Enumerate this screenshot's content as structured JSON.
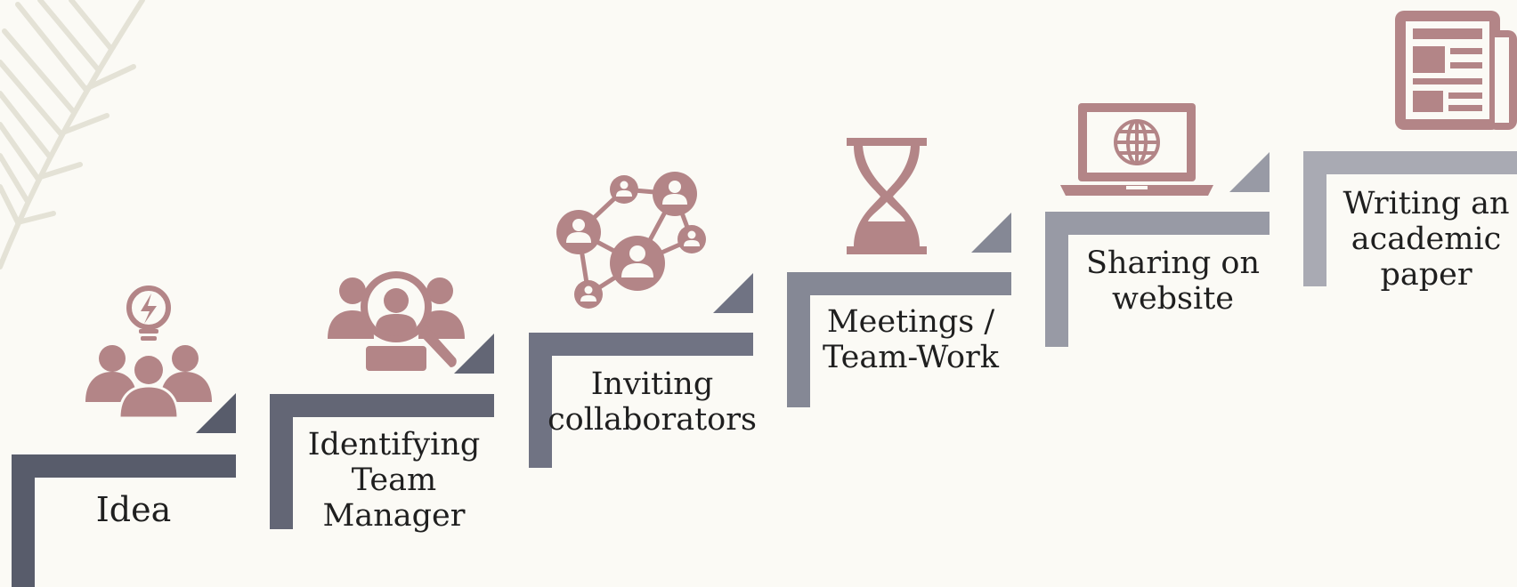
{
  "colors": {
    "background": "#fbfaf5",
    "icon": "#b38587",
    "step_colors": [
      "#585c6b",
      "#636675",
      "#707383",
      "#858895",
      "#989aa5",
      "#a9aab3"
    ]
  },
  "steps": [
    {
      "label": "Idea",
      "icon": "team-idea-lightbulb-icon"
    },
    {
      "label": "Identifying Team Manager",
      "icon": "team-search-magnifier-icon"
    },
    {
      "label": "Inviting collaborators",
      "icon": "network-people-icon"
    },
    {
      "label": "Meetings / Team-Work",
      "icon": "hourglass-icon"
    },
    {
      "label": "Sharing on website",
      "icon": "laptop-globe-icon"
    },
    {
      "label": "Writing an academic paper",
      "icon": "newspaper-icon"
    }
  ]
}
